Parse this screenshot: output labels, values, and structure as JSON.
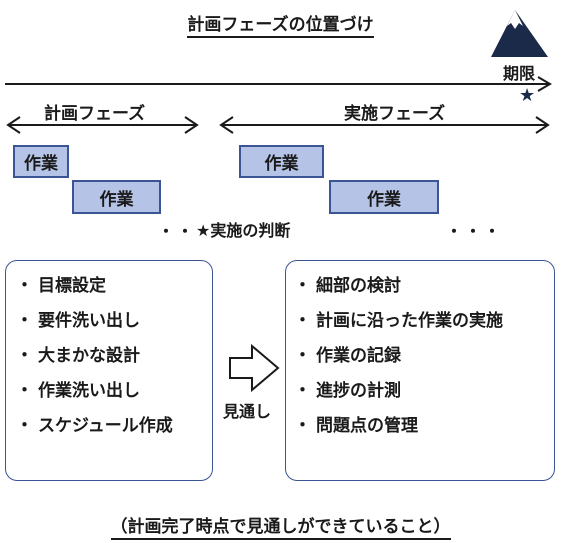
{
  "title": "計画フェーズの位置づけ",
  "deadline": {
    "label": "期限",
    "marker": "★"
  },
  "phases": [
    {
      "label": "計画フェーズ"
    },
    {
      "label": "実施フェーズ"
    }
  ],
  "tasks": [
    "作業",
    "作業",
    "作業",
    "作業"
  ],
  "ellipsis": "・・・",
  "decision": "★実施の判断",
  "planning_items": [
    "目標設定",
    "要件洗い出し",
    "大まかな設計",
    "作業洗い出し",
    "スケジュール作成"
  ],
  "execution_items": [
    "細部の検討",
    "計画に沿った作業の実施",
    "作業の記録",
    "進捗の計測",
    "問題点の管理"
  ],
  "arrow_label": "見通し",
  "footer": "（計画完了時点で見通しができていること）",
  "colors": {
    "task_fill": "#b4c3e6",
    "task_border": "#3b5594",
    "mountain": "#1a2a48",
    "box_border": "#3b5594"
  }
}
